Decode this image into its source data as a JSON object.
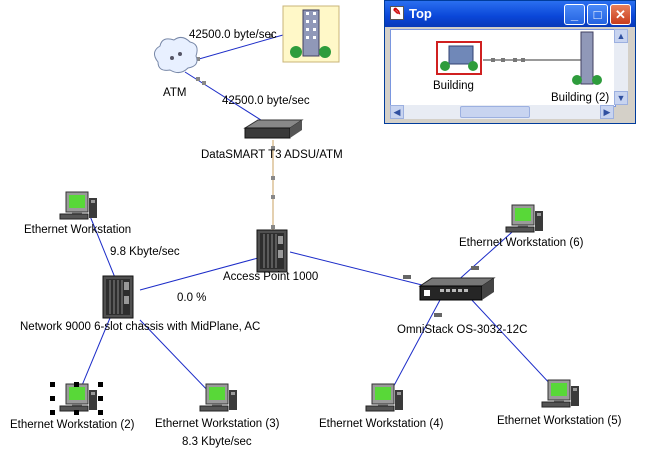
{
  "nodes": {
    "building_top": {
      "label": ""
    },
    "atm": {
      "label": "ATM"
    },
    "datasmart": {
      "label": "DataSMART T3 ADSU/ATM"
    },
    "ws_topleft": {
      "label": "Ethernet Workstation"
    },
    "access_point": {
      "label": "Access Point 1000"
    },
    "ws6": {
      "label": "Ethernet Workstation (6)"
    },
    "network9000": {
      "label": "Network 9000 6-slot chassis with MidPlane, AC"
    },
    "omnistack": {
      "label": "OmniStack OS-3032-12C"
    },
    "ws2": {
      "label": "Ethernet Workstation (2)"
    },
    "ws3": {
      "label": "Ethernet Workstation (3)"
    },
    "ws4": {
      "label": "Ethernet Workstation (4)"
    },
    "ws5": {
      "label": "Ethernet Workstation (5)"
    }
  },
  "link_stats": {
    "atm_building": "42500.0 byte/sec",
    "atm_datasmart": "42500.0 byte/sec",
    "ws_network": "9.8 Kbyte/sec",
    "network_ap": "0.0 %",
    "ws3": "8.3 Kbyte/sec"
  },
  "overview": {
    "title": "Top",
    "node_left": "Building",
    "node_right": "Building (2)"
  },
  "colors": {
    "link_blue": "#1c2cc8",
    "link_tan": "#c8a060",
    "titlebar": "#0a46d8",
    "monitor_screen": "#58d838"
  }
}
